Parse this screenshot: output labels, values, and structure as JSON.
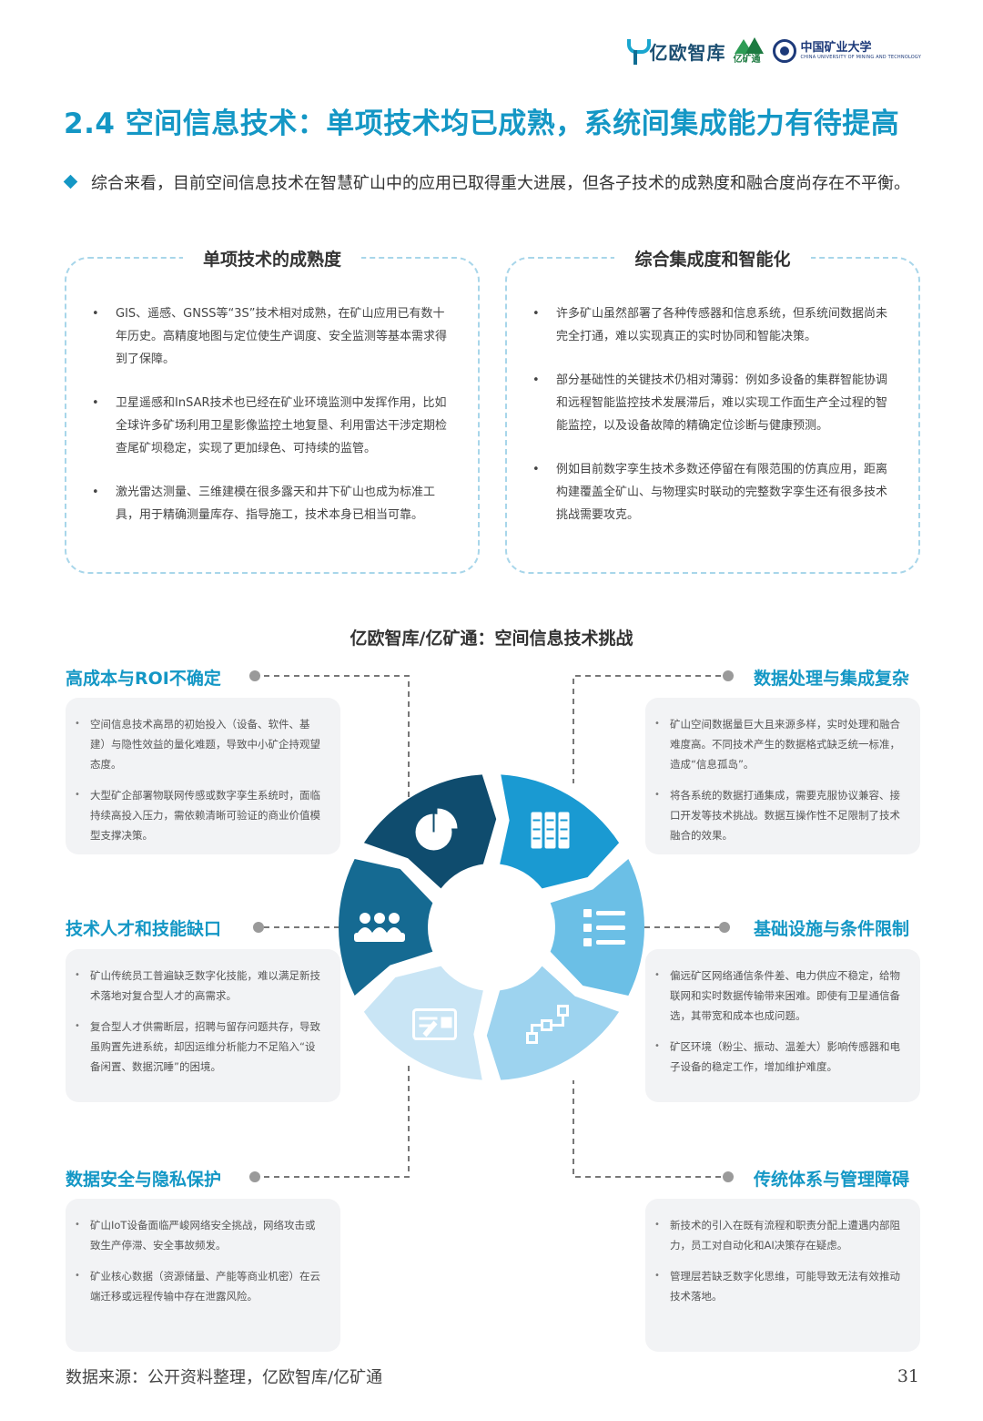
{
  "header": {
    "logo_yiou": "亿欧智库",
    "logo_kuang": "亿矿通",
    "logo_cumt": "中国矿业大学",
    "logo_cumt_en": "CHINA UNIVERSITY OF MINING AND TECHNOLOGY"
  },
  "title": "2.4 空间信息技术：单项技术均已成熟，系统间集成能力有待提高",
  "intro": "综合来看，目前空间信息技术在智慧矿山中的应用已取得重大进展，但各子技术的成熟度和融合度尚存在不平衡。",
  "left_box": {
    "title": "单项技术的成熟度",
    "items": [
      "GIS、遥感、GNSS等“3S”技术相对成熟，在矿山应用已有数十年历史。高精度地图与定位使生产调度、安全监测等基本需求得到了保障。",
      "卫星遥感和InSAR技术也已经在矿业环境监测中发挥作用，比如全球许多矿场利用卫星影像监控土地复垦、利用雷达干涉定期检查尾矿坝稳定，实现了更加绿色、可持续的监管。",
      "激光雷达测量、三维建模在很多露天和井下矿山也成为标准工具，用于精确测量库存、指导施工，技术本身已相当可靠。"
    ]
  },
  "right_box": {
    "title": "综合集成度和智能化",
    "items": [
      "许多矿山虽然部署了各种传感器和信息系统，但系统间数据尚未完全打通，难以实现真正的实时协同和智能决策。",
      "部分基础性的关键技术仍相对薄弱：例如多设备的集群智能协调和远程智能监控技术发展滞后，难以实现工作面生产全过程的智能监控，以及设备故障的精确定位诊断与健康预测。",
      "例如目前数字孪生技术多数还停留在有限范围的仿真应用，距离构建覆盖全矿山、与物理实时联动的完整数字孪生还有很多技术挑战需要攻克。"
    ]
  },
  "diagram_title": "亿欧智库/亿矿通：空间信息技术挑战",
  "challenges": {
    "c1": {
      "title": "高成本与ROI不确定",
      "items": [
        "空间信息技术高昂的初始投入（设备、软件、基建）与隐性效益的量化难题，导致中小矿企持观望态度。",
        "大型矿企部署物联网传感或数字孪生系统时，面临持续高投入压力，需依赖清晰可验证的商业价值模型支撑决策。"
      ]
    },
    "c2": {
      "title": "数据处理与集成复杂",
      "items": [
        "矿山空间数据量巨大且来源多样，实时处理和融合难度高。不同技术产生的数据格式缺乏统一标准，造成“信息孤岛”。",
        "将各系统的数据打通集成，需要克服协议兼容、接口开发等技术挑战。数据互操作性不足限制了技术融合的效果。"
      ]
    },
    "c3": {
      "title": "技术人才和技能缺口",
      "items": [
        "矿山传统员工普遍缺乏数字化技能，难以满足新技术落地对复合型人才的高需求。",
        "复合型人才供需断层，招聘与留存问题共存，导致虽购置先进系统，却因运维分析能力不足陷入“设备闲置、数据沉睡”的困境。"
      ]
    },
    "c4": {
      "title": "基础设施与条件限制",
      "items": [
        "偏远矿区网络通信条件差、电力供应不稳定，给物联网和实时数据传输带来困难。即使有卫星通信备选，其带宽和成本也成问题。",
        "矿区环境（粉尘、振动、温差大）影响传感器和电子设备的稳定工作，增加维护难度。"
      ]
    },
    "c5": {
      "title": "数据安全与隐私保护",
      "items": [
        "矿山IoT设备面临严峻网络安全挑战，网络攻击或致生产停滞、安全事故频发。",
        "矿业核心数据（资源储量、产能等商业机密）在云端迁移或远程传输中存在泄露风险。"
      ]
    },
    "c6": {
      "title": "传统体系与管理障碍",
      "items": [
        "新技术的引入在既有流程和职责分配上遭遇内部阻力，员工对自动化和AI决策存在疑虑。",
        "管理层若缺乏数字化思维，可能导致无法有效推动技术落地。"
      ]
    }
  },
  "wheel": {
    "colors": [
      "#0f4c6e",
      "#1a9ad2",
      "#6bbfe6",
      "#9dd3ef",
      "#c9e5f5",
      "#156a92"
    ],
    "icons": [
      "pie-chart-icon",
      "server-icon",
      "checklist-icon",
      "flowchart-icon",
      "report-icon",
      "team-icon"
    ]
  },
  "footer": {
    "source": "数据来源：公开资料整理，亿欧智库/亿矿通",
    "page": "31"
  }
}
